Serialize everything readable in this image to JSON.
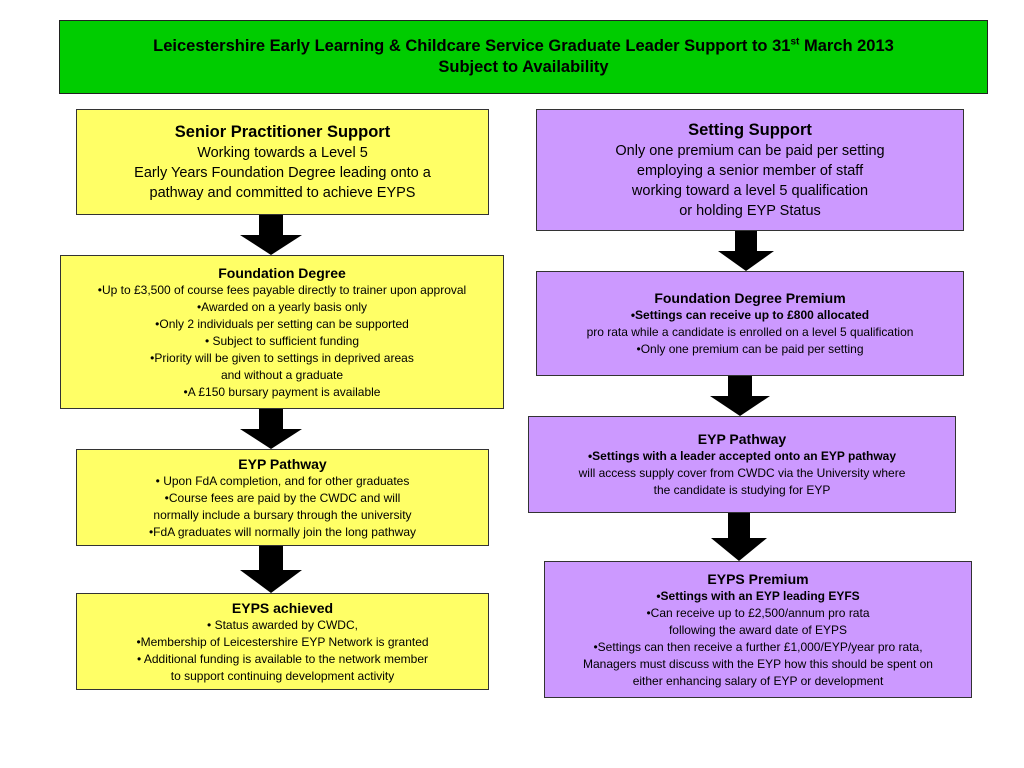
{
  "header": {
    "line1_pre": "Leicestershire Early Learning & Childcare Service Graduate Leader Support to 31",
    "line1_sup": "st",
    "line1_post": " March 2013",
    "line2": "Subject to Availability"
  },
  "left": {
    "senior": {
      "title": "Senior Practitioner Support",
      "lines": [
        "Working towards a Level 5",
        "Early Years Foundation Degree leading onto a",
        "pathway and committed to achieve EYPS"
      ]
    },
    "foundation": {
      "title": "Foundation Degree",
      "lines": [
        "•Up to £3,500 of course fees payable directly to trainer upon approval",
        "•Awarded on a yearly basis only",
        "•Only 2 individuals per setting can be supported",
        "• Subject to sufficient funding",
        "•Priority will be given to settings in deprived areas",
        "and without a graduate",
        "•A £150 bursary payment is available"
      ]
    },
    "eyp": {
      "title": "EYP Pathway",
      "lines": [
        "• Upon FdA completion, and for other graduates",
        "•Course fees are paid by the CWDC and will",
        "normally include a bursary through the university",
        "•FdA graduates will normally join the long pathway"
      ]
    },
    "eyps": {
      "title": "EYPS achieved",
      "lines": [
        "• Status awarded by CWDC,",
        "•Membership of Leicestershire EYP Network is granted",
        "• Additional funding is available to the network member",
        "to support continuing development activity"
      ]
    }
  },
  "right": {
    "setting": {
      "title": "Setting Support",
      "lines": [
        "Only one premium can be paid per setting",
        "employing a senior member of staff",
        "working toward a level 5 qualification",
        "or holding EYP Status"
      ]
    },
    "fd_premium": {
      "title": "Foundation Degree Premium",
      "lines": [
        "•Settings can receive up to £800 allocated",
        "pro rata while a candidate is enrolled on a level 5 qualification",
        "•Only one premium can be paid per setting"
      ]
    },
    "eyp": {
      "title": "EYP Pathway",
      "lines": [
        "•Settings with a leader accepted onto an EYP pathway",
        "will access supply cover  from CWDC via the University where",
        "the candidate is studying for EYP"
      ]
    },
    "eyps_premium": {
      "title": "EYPS Premium",
      "lines": [
        "•Settings with an EYP leading EYFS",
        "•Can receive up to £2,500/annum pro rata",
        "following the award date of EYPS",
        "•Settings can then receive a further £1,000/EYP/year pro rata,",
        "Managers must discuss with the EYP how this should be spent on",
        "either enhancing salary of EYP or development"
      ]
    }
  },
  "colors": {
    "header_bg": "#00cc00",
    "left_bg": "#ffff66",
    "right_bg": "#cc99ff",
    "arrow": "#000000"
  }
}
